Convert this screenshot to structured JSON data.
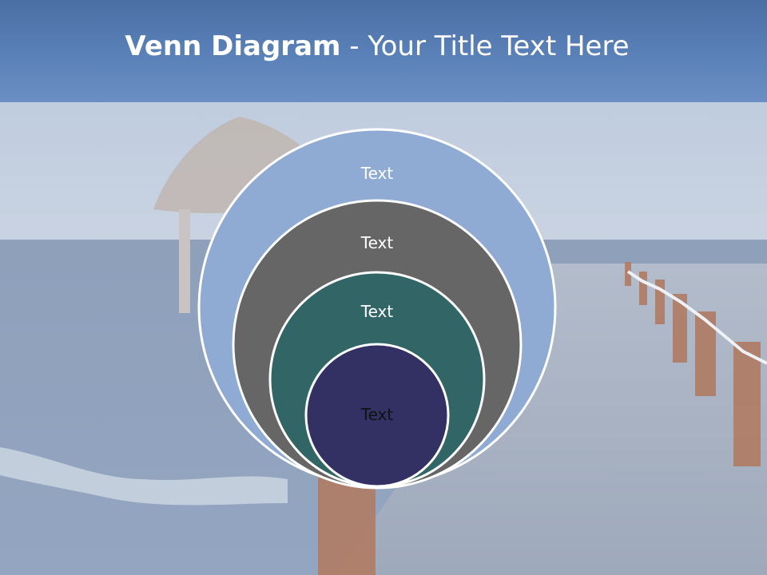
{
  "slide": {
    "title_bold": "Venn Diagram",
    "title_rest": " - Your Title Text Here"
  },
  "diagram": {
    "circles": [
      {
        "label": "Text",
        "color": "#8fabd4",
        "text_color": "#ffffff"
      },
      {
        "label": "Text",
        "color": "#666666",
        "text_color": "#ffffff"
      },
      {
        "label": "Text",
        "color": "#316566",
        "text_color": "#ffffff"
      },
      {
        "label": "Text",
        "color": "#333163",
        "text_color": "#111111"
      }
    ]
  },
  "colors": {
    "title_bar": "#5a81b8",
    "sea": "#8fa3bf",
    "pier": "#a4aebe",
    "post": "#a0664a",
    "outline": "#ffffff"
  }
}
